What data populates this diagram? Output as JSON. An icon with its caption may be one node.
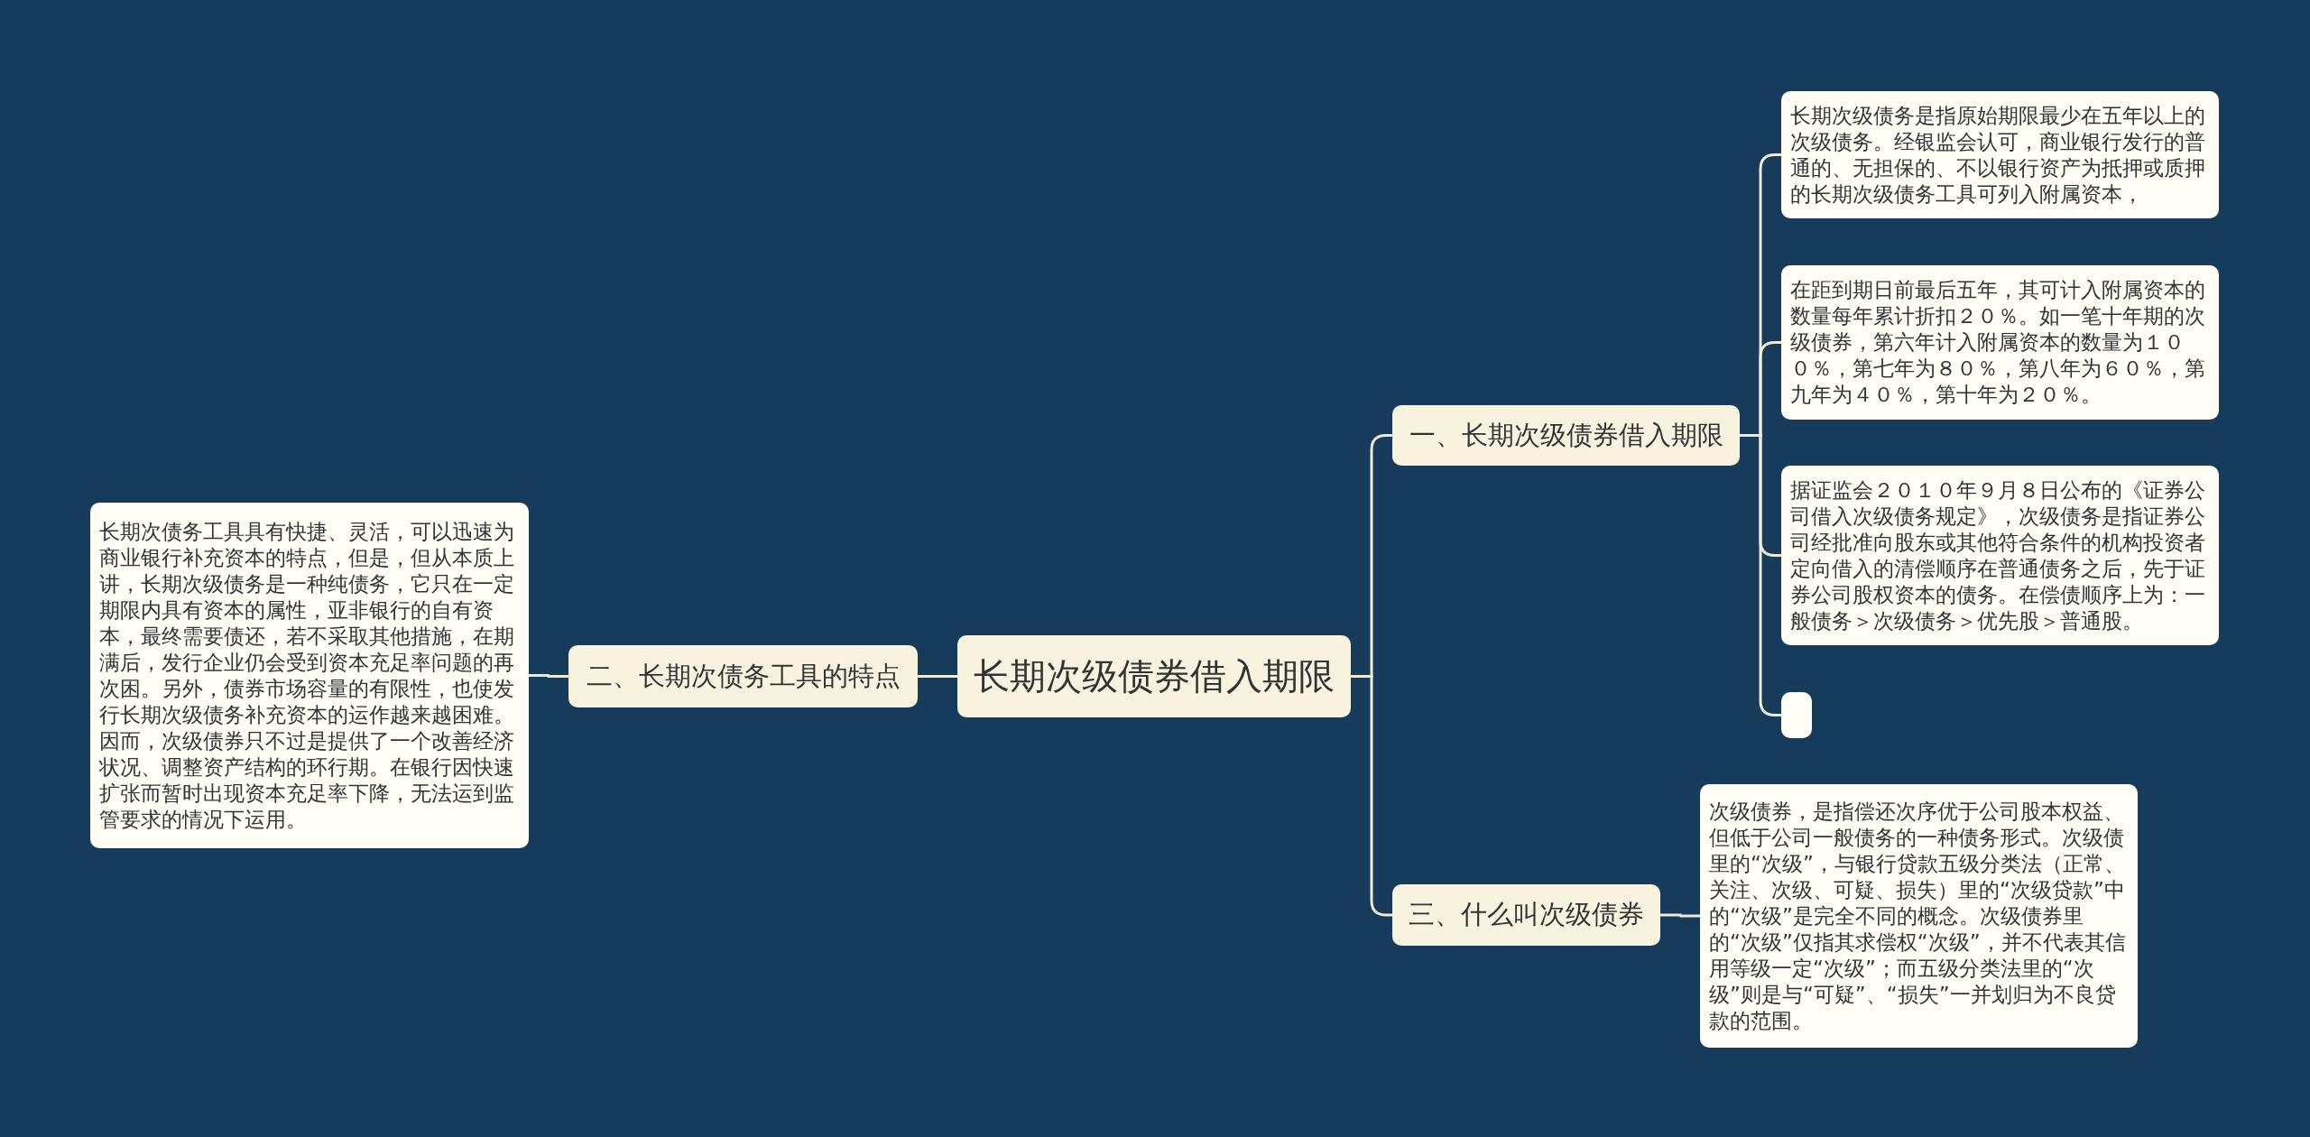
{
  "diagram": {
    "nodes": [
      {
        "text": [
          "长期次级债券借入期限"
        ]
      },
      {
        "text": [
          "一、长期次级债券借入期限"
        ]
      },
      {
        "text": [
          "长期次级债务是指原始期限最少在五年以上的次级债务。经银监会认可，商业银行发行的普通的、无担保的、不以银行资产为抵押或质押的长期次级债务工具可列入附属资本，"
        ]
      },
      {
        "text": [
          "在距到期日前最后五年，其可计入附属资本的数量每年累计折扣２０％。如一笔十年期的次级债券，第六年计入附属资本的数量为１００％，第七年为８０％，第八年为６０％，第九年为４０％，第十年为２０％。"
        ]
      },
      {
        "text": [
          "据证监会２０１０年９月８日公布的《证券公司借入次级债务规定》，次级债务是指证券公司经批准向股东或其他符合条件的机构投资者定向借入的清偿顺序在普通债务之后，先于证券公司股权资本的债务。在偿债顺序上为：一般债务＞次级债务＞优先股＞普通股。"
        ]
      },
      {
        "text": [],
        "shape": "box"
      },
      {
        "text": [
          "三、什么叫次级债券"
        ]
      },
      {
        "text": [
          "次级债券，是指偿还次序优于公司股本权益、但低于公司一般债务的一种债务形式。次级债里的“次级”，与银行贷款五级分类法（正常、关注、次级、可疑、损失）里的“次级贷款”中的“次级”是完全不同的概念。次级债券里的“次级”仅指其求偿权“次级”，并不代表其信用等级一定“次级”；而五级分类法里的“次级”则是与“可疑”、“损失”一并划归为不良贷款的范围。"
        ]
      },
      {
        "text": [
          "二、长期次债务工具的特点"
        ]
      },
      {
        "text": [
          "长期次债务工具具有快捷、灵活，可以迅速为商业银行补充资本的特点，但是，但从本质上讲，长期次级债务是一种纯债务，它只在一定期限内具有资本的属性，亚非银行的自有资本，最终需要债还，若不采取其他措施，在期满后，发行企业仍会受到资本充足率问题的再次困。另外，债券市场容量的有限性，也使发行长期次级债务补充资本的运作越来越困难。因而，次级债券只不过是提供了一个改善经济状况、调整资产结构的环行期。在银行因快速扩张而暂时出现资本充足率下降，无法运到监管要求的情况下运用。"
        ]
      }
    ],
    "edges": [
      {
        "from": 0,
        "to": 1,
        "arrow": "none"
      },
      {
        "from": 1,
        "to": 2,
        "arrow": "none"
      },
      {
        "from": 1,
        "to": 3,
        "arrow": "none"
      },
      {
        "from": 1,
        "to": 4,
        "arrow": "none"
      },
      {
        "from": 1,
        "to": 5,
        "arrow": "none"
      },
      {
        "from": 0,
        "to": 6,
        "arrow": "none"
      },
      {
        "from": 6,
        "to": 7,
        "arrow": "none"
      },
      {
        "from": 0,
        "to": 8,
        "arrow": "none"
      },
      {
        "from": 8,
        "to": 9,
        "arrow": "none"
      }
    ]
  }
}
